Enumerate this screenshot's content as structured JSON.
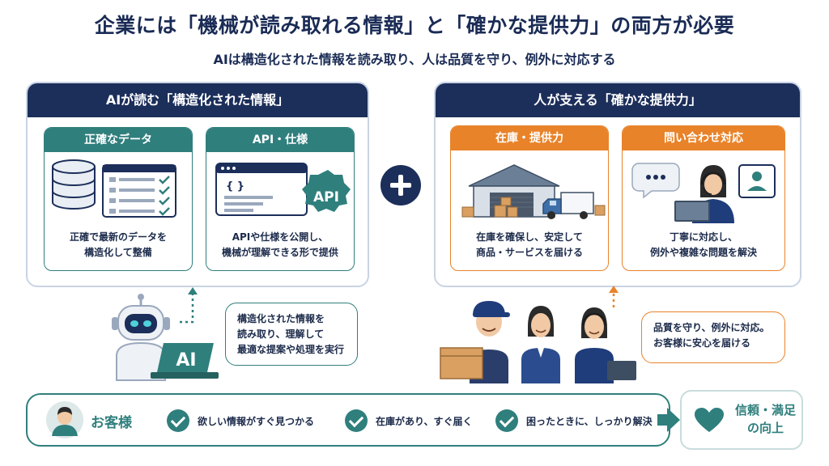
{
  "header": {
    "title": "企業には「機械が読み取れる情報」と「確かな提供力」の両方が必要",
    "subtitle": "AIは構造化された情報を読み取り、人は品質を守り、例外に対応する"
  },
  "left_panel": {
    "title": "AIが読む「構造化された情報」",
    "cards": [
      {
        "title": "正確なデータ",
        "lines": [
          "正確で最新のデータを",
          "構造化して整備"
        ]
      },
      {
        "title": "API・仕様",
        "lines": [
          "APIや仕様を公開し、",
          "機械が理解できる形で提供"
        ],
        "api_badge": "API",
        "code_glyph": "{ }"
      }
    ]
  },
  "right_panel": {
    "title": "人が支える「確かな提供力」",
    "cards": [
      {
        "title": "在庫・提供力",
        "lines": [
          "在庫を確保し、安定して",
          "商品・サービスを届ける"
        ]
      },
      {
        "title": "問い合わせ対応",
        "lines": [
          "丁寧に対応し、",
          "例外や複雑な問題を解決"
        ]
      }
    ]
  },
  "ai_bubble": {
    "lines": [
      "構造化された情報を",
      "読み取り、理解して",
      "最適な提案や処理を実行"
    ],
    "laptop_label": "AI"
  },
  "human_bubble": {
    "lines": [
      "品質を守り、例外に対応。",
      "お客様に安心を届ける"
    ]
  },
  "customer": {
    "label": "お客様",
    "benefits": [
      "欲しい情報がすぐ見つかる",
      "在庫があり、すぐ届く",
      "困ったときに、しっかり解決"
    ]
  },
  "result": {
    "lines": [
      "信頼・満足",
      "の向上"
    ]
  },
  "colors": {
    "navy": "#1c2e5a",
    "teal": "#2f7f7d",
    "orange": "#e8832a"
  }
}
